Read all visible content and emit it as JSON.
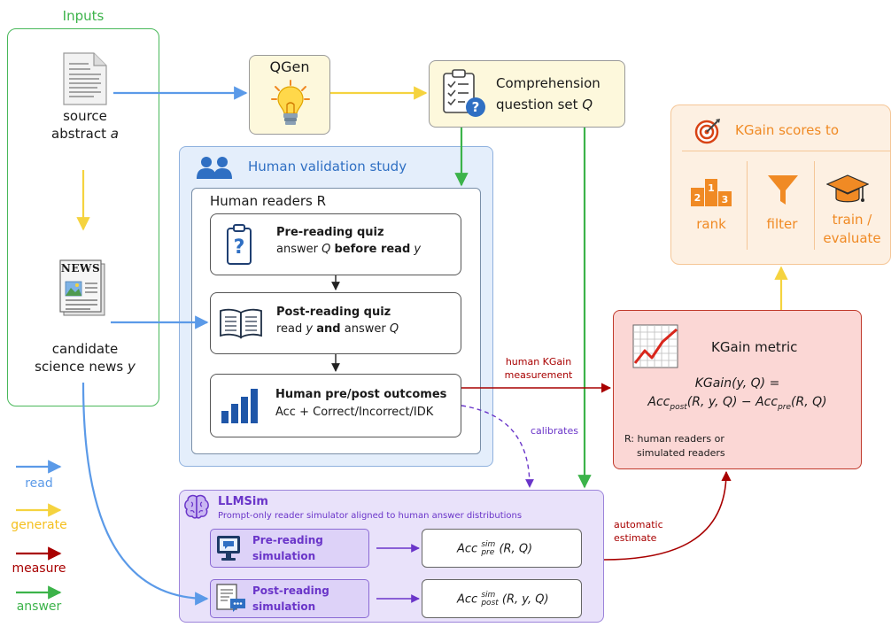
{
  "inputs": {
    "title": "Inputs",
    "source_line1": "source",
    "source_line2": "abstract",
    "source_var": "a",
    "news_badge": "NEWS",
    "news_line1": "candidate",
    "news_line2": "science news",
    "news_var": "y"
  },
  "qgen": {
    "title": "QGen"
  },
  "question_set": {
    "line1": "Comprehension",
    "line2": "question set",
    "var": "Q"
  },
  "validation": {
    "title": "Human validation study",
    "readers_title": "Human readers R",
    "pre": {
      "title": "Pre-reading quiz",
      "t1": "answer",
      "v1": "Q",
      "t2": "before read",
      "v2": "y"
    },
    "post": {
      "title": "Post-reading quiz",
      "t1": "read",
      "v1": "y",
      "t2": "and",
      "t3": "answer",
      "v2": "Q"
    },
    "outcomes": {
      "title": "Human pre/post outcomes",
      "line": "Acc + Correct/Incorrect/IDK"
    }
  },
  "kgain_scores": {
    "title": "KGain scores to",
    "rank": "rank",
    "filter": "filter",
    "train_line1": "train /",
    "train_line2": "evaluate",
    "podium_labels": [
      "2",
      "1",
      "3"
    ]
  },
  "metric": {
    "title": "KGain metric",
    "formula1": "KGain(y, Q) =",
    "acc": "Acc",
    "post_sub": "post",
    "pre_sub": "pre",
    "args_post": "(R, y, Q)",
    "minus": "−",
    "args_pre": "(R, Q)",
    "note1": "R: human readers or",
    "note2": "simulated readers"
  },
  "edge_labels": {
    "human_kgain1": "human KGain",
    "human_kgain2": "measurement",
    "calibrates": "calibrates",
    "automatic1": "automatic",
    "automatic2": "estimate"
  },
  "llmsim": {
    "title": "LLMSim",
    "subtitle": "Prompt-only reader simulator aligned to human answer distributions",
    "pre_sim1": "Pre-reading",
    "pre_sim2": "simulation",
    "post_sim1": "Post-reading",
    "post_sim2": "simulation",
    "acc": "Acc",
    "sim": "sim",
    "pre": "pre",
    "post": "post",
    "pre_args": "(R, Q)",
    "post_args": "(R, y, Q)"
  },
  "legend": [
    {
      "label": "read",
      "color": "#5b9ae8"
    },
    {
      "label": "generate",
      "color": "#f5d33f"
    },
    {
      "label": "measure",
      "color": "#a80000"
    },
    {
      "label": "answer",
      "color": "#3cb34a"
    }
  ],
  "colors": {
    "read": "#5b9ae8",
    "generate": "#f5d33f",
    "measure": "#a80000",
    "answer": "#3cb34a",
    "calibrate": "#6a35c9",
    "orange": "#f08a24",
    "blue_title": "#2f6fc3"
  }
}
